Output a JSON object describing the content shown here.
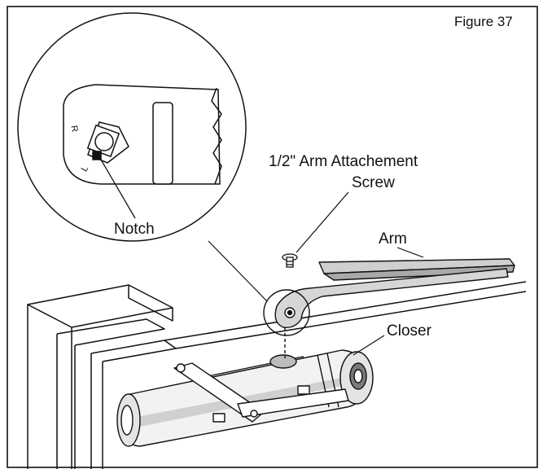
{
  "figure": {
    "label": "Figure 37"
  },
  "labels": {
    "screw_line1": "1/2\" Arm Attachement",
    "screw_line2": "Screw",
    "arm": "Arm",
    "closer": "Closer",
    "notch": "Notch"
  },
  "detail_marks": {
    "r": "R",
    "l": "L"
  },
  "colors": {
    "line": "#111111",
    "fill_light": "#f2f2f2",
    "fill_mid": "#d0d0d0",
    "fill_dark": "#7a7a7a",
    "background": "#ffffff"
  }
}
